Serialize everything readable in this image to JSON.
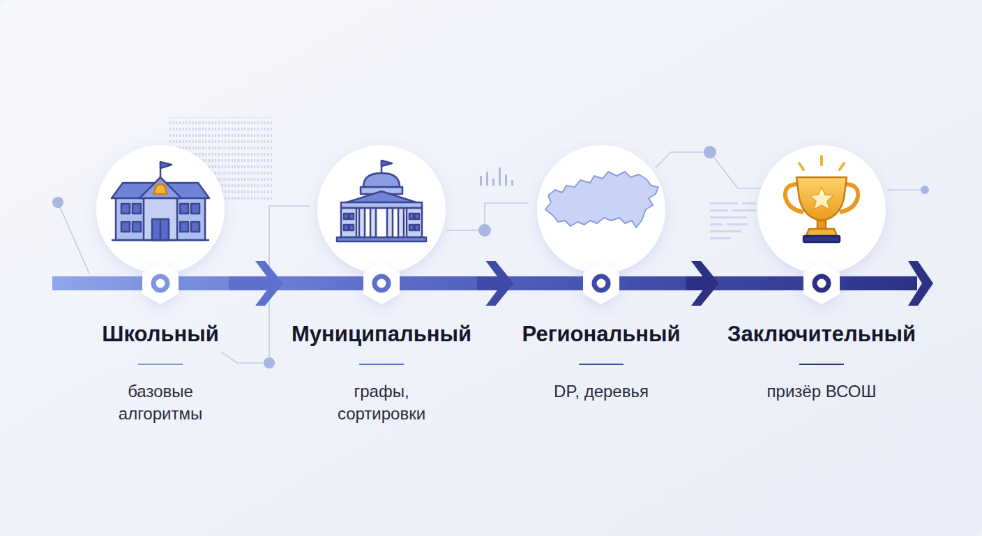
{
  "diagram": {
    "nodes": [
      {
        "text": [
          "Школьный",
          "базовые алгоритмы"
        ]
      },
      {
        "text": [
          "Муниципальный",
          "графы, сортировки"
        ]
      },
      {
        "text": [
          "Региональный",
          "DP, деревья"
        ]
      },
      {
        "text": [
          "Заключительный",
          "призёр ВСОШ"
        ]
      }
    ],
    "edges": [
      {
        "from": 0,
        "to": 1,
        "arrow": "to"
      },
      {
        "from": 1,
        "to": 2,
        "arrow": "to"
      },
      {
        "from": 2,
        "to": 3,
        "arrow": "to"
      }
    ]
  }
}
